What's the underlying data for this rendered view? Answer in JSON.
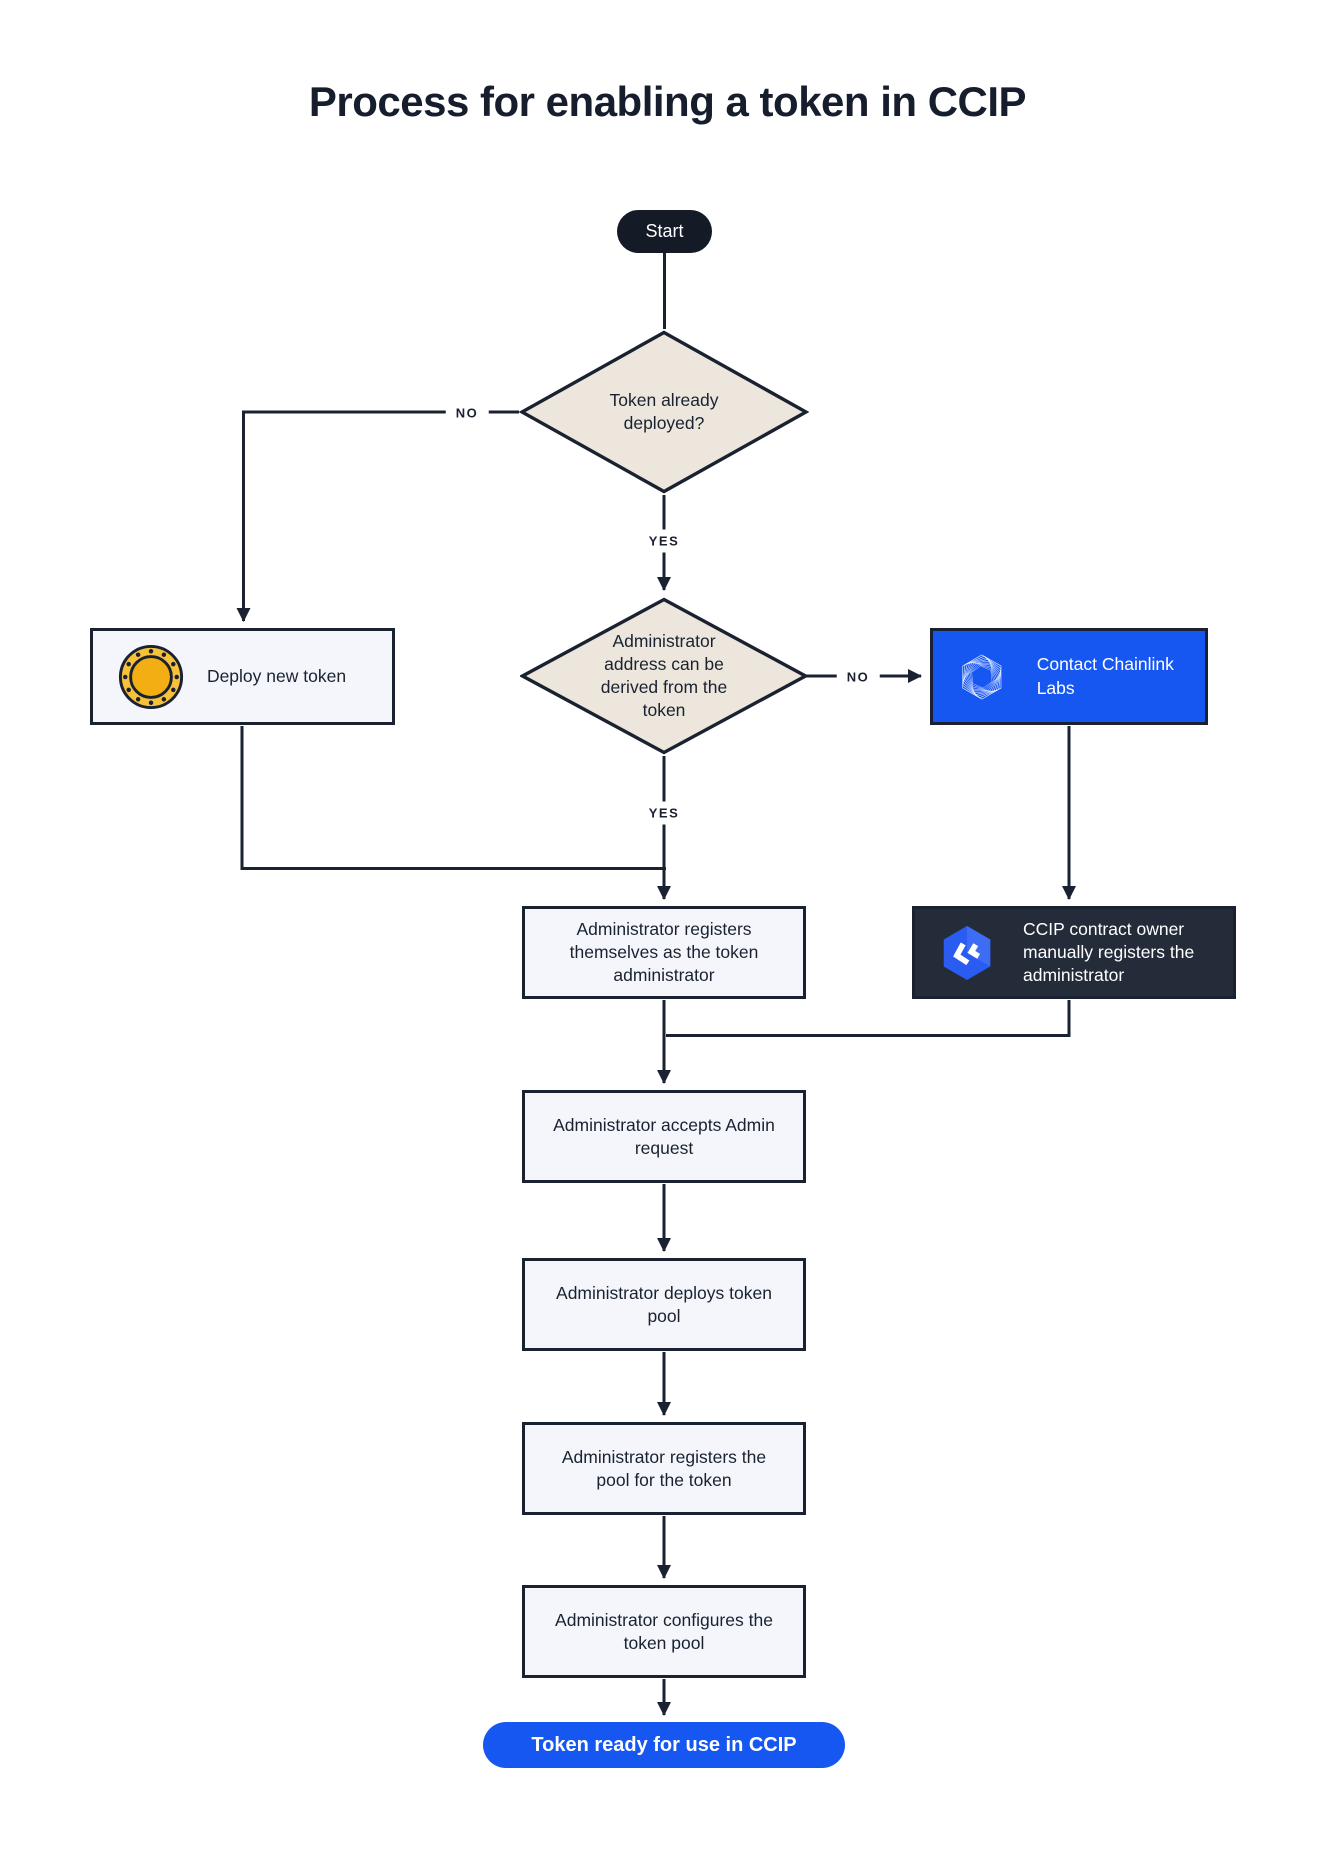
{
  "title": "Process for enabling a token in CCIP",
  "colors": {
    "ink": "#1A2231",
    "start_pill": "#141A26",
    "diamond_fill": "#ECE6DC",
    "box_fill": "#F4F6FB",
    "accent_blue": "#1657F1",
    "dark_box": "#242C3A",
    "coin_gold_outer": "#F7C13A",
    "coin_gold_inner": "#F2AE12",
    "ccip_logo_blue": "#2B5CF2"
  },
  "nodes": {
    "start": {
      "label": "Start"
    },
    "decision_token_deployed": {
      "label": "Token already deployed?"
    },
    "deploy_new_token": {
      "label": "Deploy new token",
      "icon": "coin-icon"
    },
    "decision_admin_address": {
      "label": "Administrator address can be derived from the token"
    },
    "contact_chainlink": {
      "label": "Contact Chainlink Labs",
      "icon": "chainlink-labs-icon"
    },
    "ccip_owner_registers": {
      "label": "CCIP contract owner manually registers the administrator",
      "icon": "ccip-icon"
    },
    "admin_registers": {
      "label": "Administrator registers themselves as the token administrator"
    },
    "admin_accepts": {
      "label": "Administrator accepts Admin request"
    },
    "admin_deploys_pool": {
      "label": "Administrator deploys token pool"
    },
    "admin_registers_pool": {
      "label": "Administrator registers the pool for the token"
    },
    "admin_configures_pool": {
      "label": "Administrator configures the token pool"
    },
    "end": {
      "label": "Token ready for use in CCIP"
    }
  },
  "edge_labels": {
    "no1": "NO",
    "yes1": "YES",
    "no2": "NO",
    "yes2": "YES"
  }
}
